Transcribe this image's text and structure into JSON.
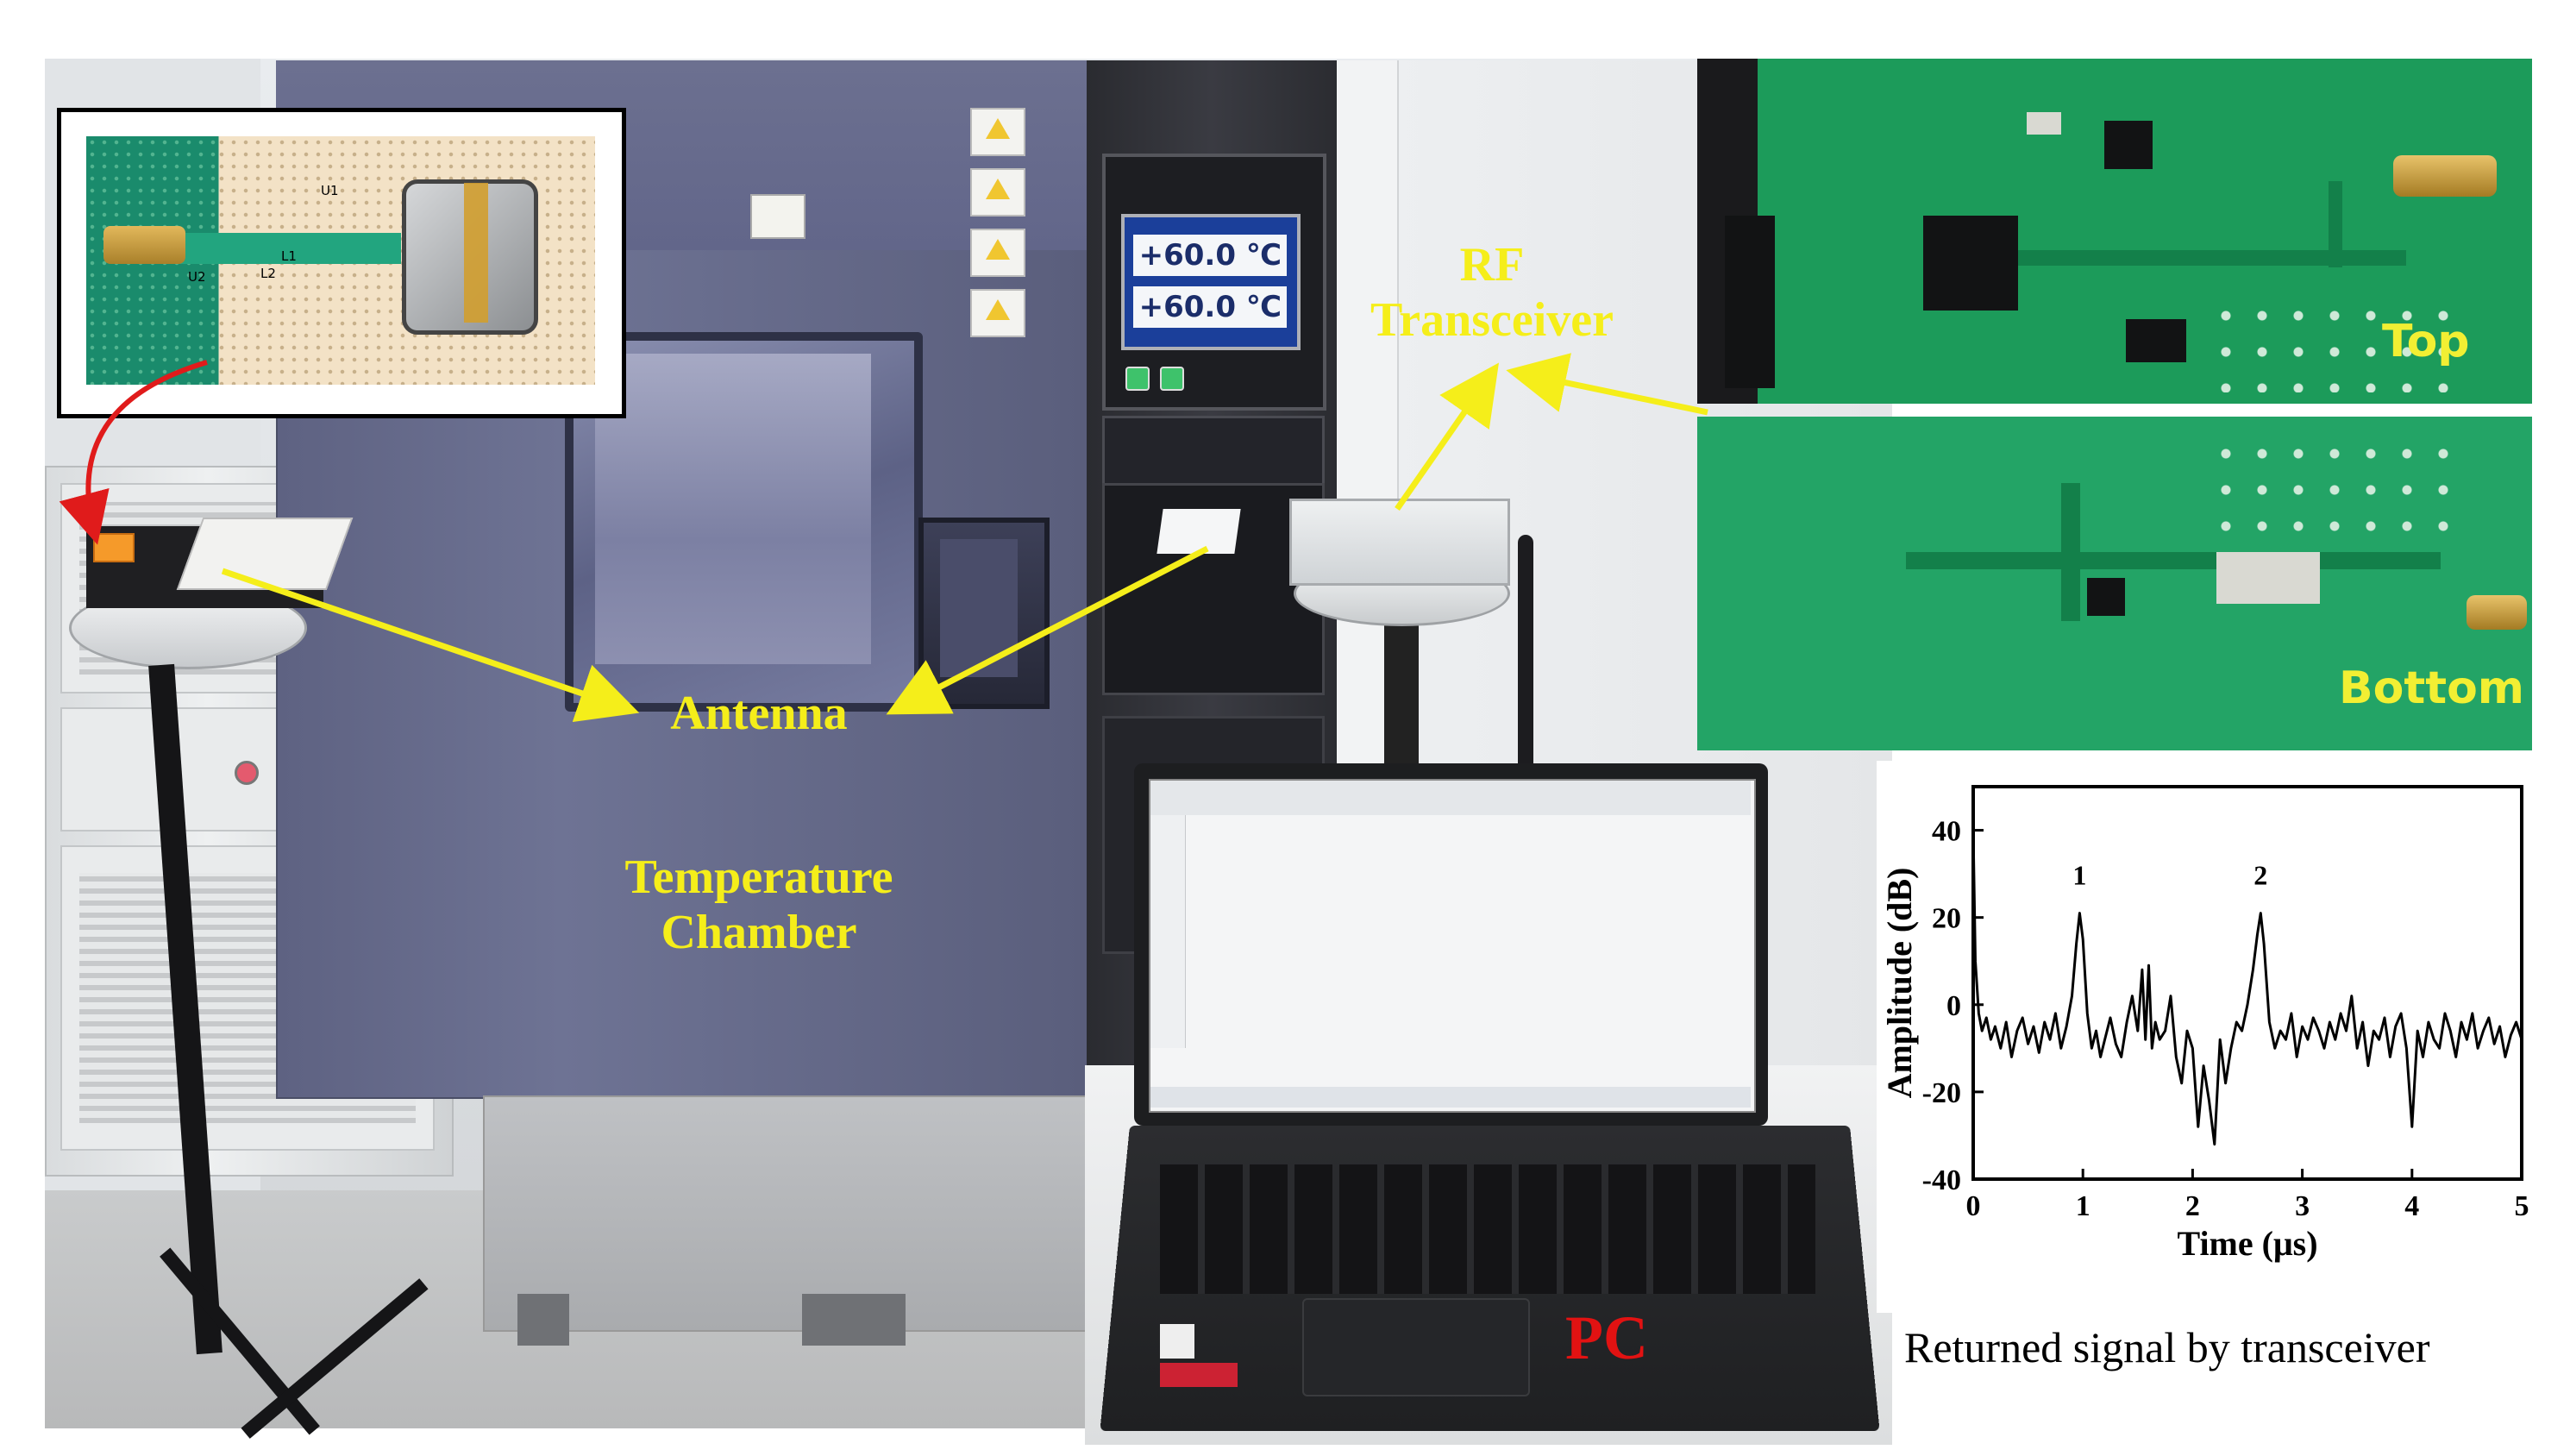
{
  "labels": {
    "rf_transceiver": "RF Transceiver",
    "antenna": "Antenna",
    "temperature_chamber": "Temperature Chamber",
    "pc": "PC",
    "top": "Top",
    "bottom": "Bottom",
    "caption": "Returned signal by transceiver"
  },
  "chamber_display": {
    "reading_1": "+60.0 ℃",
    "reading_2": "+60.0 ℃"
  },
  "inset": {
    "u1": "U1",
    "u2": "U2",
    "l1": "L1",
    "l2": "L2"
  },
  "colors": {
    "annotation_yellow": "#f5ee1a",
    "pc_red": "#e21212",
    "inset_arrow_red": "#e01b1b"
  },
  "chart_data": {
    "type": "line",
    "xlabel": "Time (μs)",
    "ylabel": "Amplitude (dB)",
    "xlim": [
      0,
      5
    ],
    "ylim": [
      -40,
      50
    ],
    "xticks": [
      0,
      1,
      2,
      3,
      4,
      5
    ],
    "yticks": [
      -40,
      -20,
      0,
      20,
      40
    ],
    "grid": false,
    "annotations": [
      {
        "text": "1",
        "x": 0.97,
        "y": 24
      },
      {
        "text": "2",
        "x": 2.62,
        "y": 24
      }
    ],
    "series": [
      {
        "x": [
          0,
          0.02,
          0.05,
          0.08,
          0.12,
          0.16,
          0.2,
          0.25,
          0.3,
          0.35,
          0.4,
          0.45,
          0.5,
          0.55,
          0.6,
          0.65,
          0.7,
          0.75,
          0.8,
          0.85,
          0.9,
          0.94,
          0.97,
          1.0,
          1.04,
          1.08,
          1.12,
          1.16,
          1.2,
          1.25,
          1.3,
          1.35,
          1.4,
          1.45,
          1.5,
          1.54,
          1.57,
          1.6,
          1.63,
          1.66,
          1.7,
          1.75,
          1.8,
          1.85,
          1.9,
          1.95,
          2.0,
          2.05,
          2.1,
          2.15,
          2.2,
          2.25,
          2.3,
          2.35,
          2.4,
          2.45,
          2.5,
          2.55,
          2.59,
          2.62,
          2.65,
          2.7,
          2.75,
          2.8,
          2.85,
          2.9,
          2.95,
          3.0,
          3.05,
          3.1,
          3.15,
          3.2,
          3.25,
          3.3,
          3.35,
          3.4,
          3.45,
          3.5,
          3.55,
          3.6,
          3.65,
          3.7,
          3.75,
          3.8,
          3.85,
          3.9,
          3.95,
          4.0,
          4.05,
          4.1,
          4.15,
          4.2,
          4.25,
          4.3,
          4.35,
          4.4,
          4.45,
          4.5,
          4.55,
          4.6,
          4.65,
          4.7,
          4.75,
          4.8,
          4.85,
          4.9,
          4.95,
          5.0
        ],
        "y": [
          40,
          10,
          -2,
          -6,
          -3,
          -8,
          -5,
          -10,
          -4,
          -12,
          -6,
          -3,
          -9,
          -5,
          -11,
          -4,
          -8,
          -2,
          -10,
          -5,
          2,
          14,
          21,
          15,
          -2,
          -10,
          -6,
          -12,
          -8,
          -3,
          -9,
          -12,
          -4,
          2,
          -6,
          8,
          -8,
          9,
          -10,
          -4,
          -8,
          -6,
          2,
          -12,
          -18,
          -6,
          -10,
          -28,
          -14,
          -22,
          -32,
          -8,
          -18,
          -10,
          -4,
          -6,
          0,
          8,
          16,
          21,
          14,
          -4,
          -10,
          -6,
          -8,
          -2,
          -12,
          -5,
          -8,
          -3,
          -6,
          -10,
          -4,
          -8,
          -2,
          -6,
          2,
          -10,
          -4,
          -14,
          -6,
          -8,
          -3,
          -12,
          -5,
          -2,
          -10,
          -28,
          -6,
          -12,
          -4,
          -8,
          -10,
          -2,
          -6,
          -12,
          -4,
          -8,
          -2,
          -10,
          -6,
          -3,
          -9,
          -5,
          -12,
          -7,
          -4,
          -8
        ]
      }
    ]
  }
}
